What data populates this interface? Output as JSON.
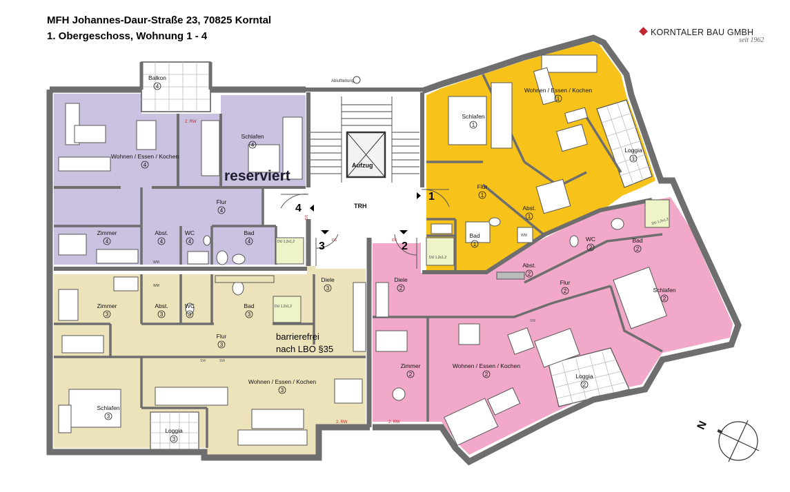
{
  "header": {
    "line1": "MFH Johannes-Daur-Straße 23, 70825 Korntal",
    "line2": "1. Obergeschoss, Wohnung 1 - 4"
  },
  "logo": {
    "name": "KORNTALER BAU GMBH",
    "tagline": "seit 1962",
    "color": "#c0262d"
  },
  "colors": {
    "unit1": "#f7c21a",
    "unit2": "#f2a9c9",
    "unit3": "#ece3ba",
    "unit4": "#cac2e0",
    "wall": "#6e6e6e"
  },
  "stair": {
    "trh": "TRH",
    "elevator": "Aufzug",
    "abluft": "Abluftleitung",
    "entrances": [
      "1",
      "2",
      "3",
      "4"
    ],
    "ds": "DS"
  },
  "rooms": {
    "u4_balkon": [
      "Balkon",
      "4"
    ],
    "u4_wohnen": [
      "Wohnen / Essen / Kochen",
      "4"
    ],
    "u4_schlafen": [
      "Schlafen",
      "4"
    ],
    "u4_flur": [
      "Flur",
      "4"
    ],
    "u4_zimmer": [
      "Zimmer",
      "4"
    ],
    "u4_abst": [
      "Abst.",
      "4"
    ],
    "u4_wc": [
      "WC",
      "4"
    ],
    "u4_bad": [
      "Bad",
      "4"
    ],
    "u1_schlafen": [
      "Schlafen",
      "1"
    ],
    "u1_wohnen": [
      "Wohnen / Essen / Kochen",
      "1"
    ],
    "u1_loggia": [
      "Loggia",
      "1"
    ],
    "u1_flur": [
      "Flur",
      "1"
    ],
    "u1_abst": [
      "Abst.",
      "1"
    ],
    "u1_bad": [
      "Bad",
      "1"
    ],
    "u2_wc": [
      "WC",
      "2"
    ],
    "u2_bad": [
      "Bad",
      "2"
    ],
    "u2_abst": [
      "Abst.",
      "2"
    ],
    "u2_flur": [
      "Flur",
      "2"
    ],
    "u2_schlafen": [
      "Schlafen",
      "2"
    ],
    "u2_diele": [
      "Diele",
      "2"
    ],
    "u2_zimmer": [
      "Zimmer",
      "2"
    ],
    "u2_wohnen": [
      "Wohnen / Essen / Kochen",
      "2"
    ],
    "u2_loggia": [
      "Loggia",
      "2"
    ],
    "u3_diele": [
      "Diele",
      "3"
    ],
    "u3_zimmer": [
      "Zimmer",
      "3"
    ],
    "u3_abst": [
      "Abst.",
      "3"
    ],
    "u3_wc": [
      "WC",
      "3"
    ],
    "u3_bad": [
      "Bad",
      "3"
    ],
    "u3_flur": [
      "Flur",
      "3"
    ],
    "u3_schlafen": [
      "Schlafen",
      "3"
    ],
    "u3_loggia": [
      "Loggia",
      "3"
    ],
    "u3_wohnen": [
      "Wohnen / Essen / Kochen",
      "3"
    ]
  },
  "notes": {
    "reserviert": "reserviert",
    "barrierefrei_1": "barrierefrei",
    "barrierefrei_2": "nach LBO §35",
    "rw": "2. RW",
    "du": "DU 1,2x1,2",
    "wm": "WM",
    "sw": "SW"
  },
  "compass": {
    "label": "N"
  }
}
